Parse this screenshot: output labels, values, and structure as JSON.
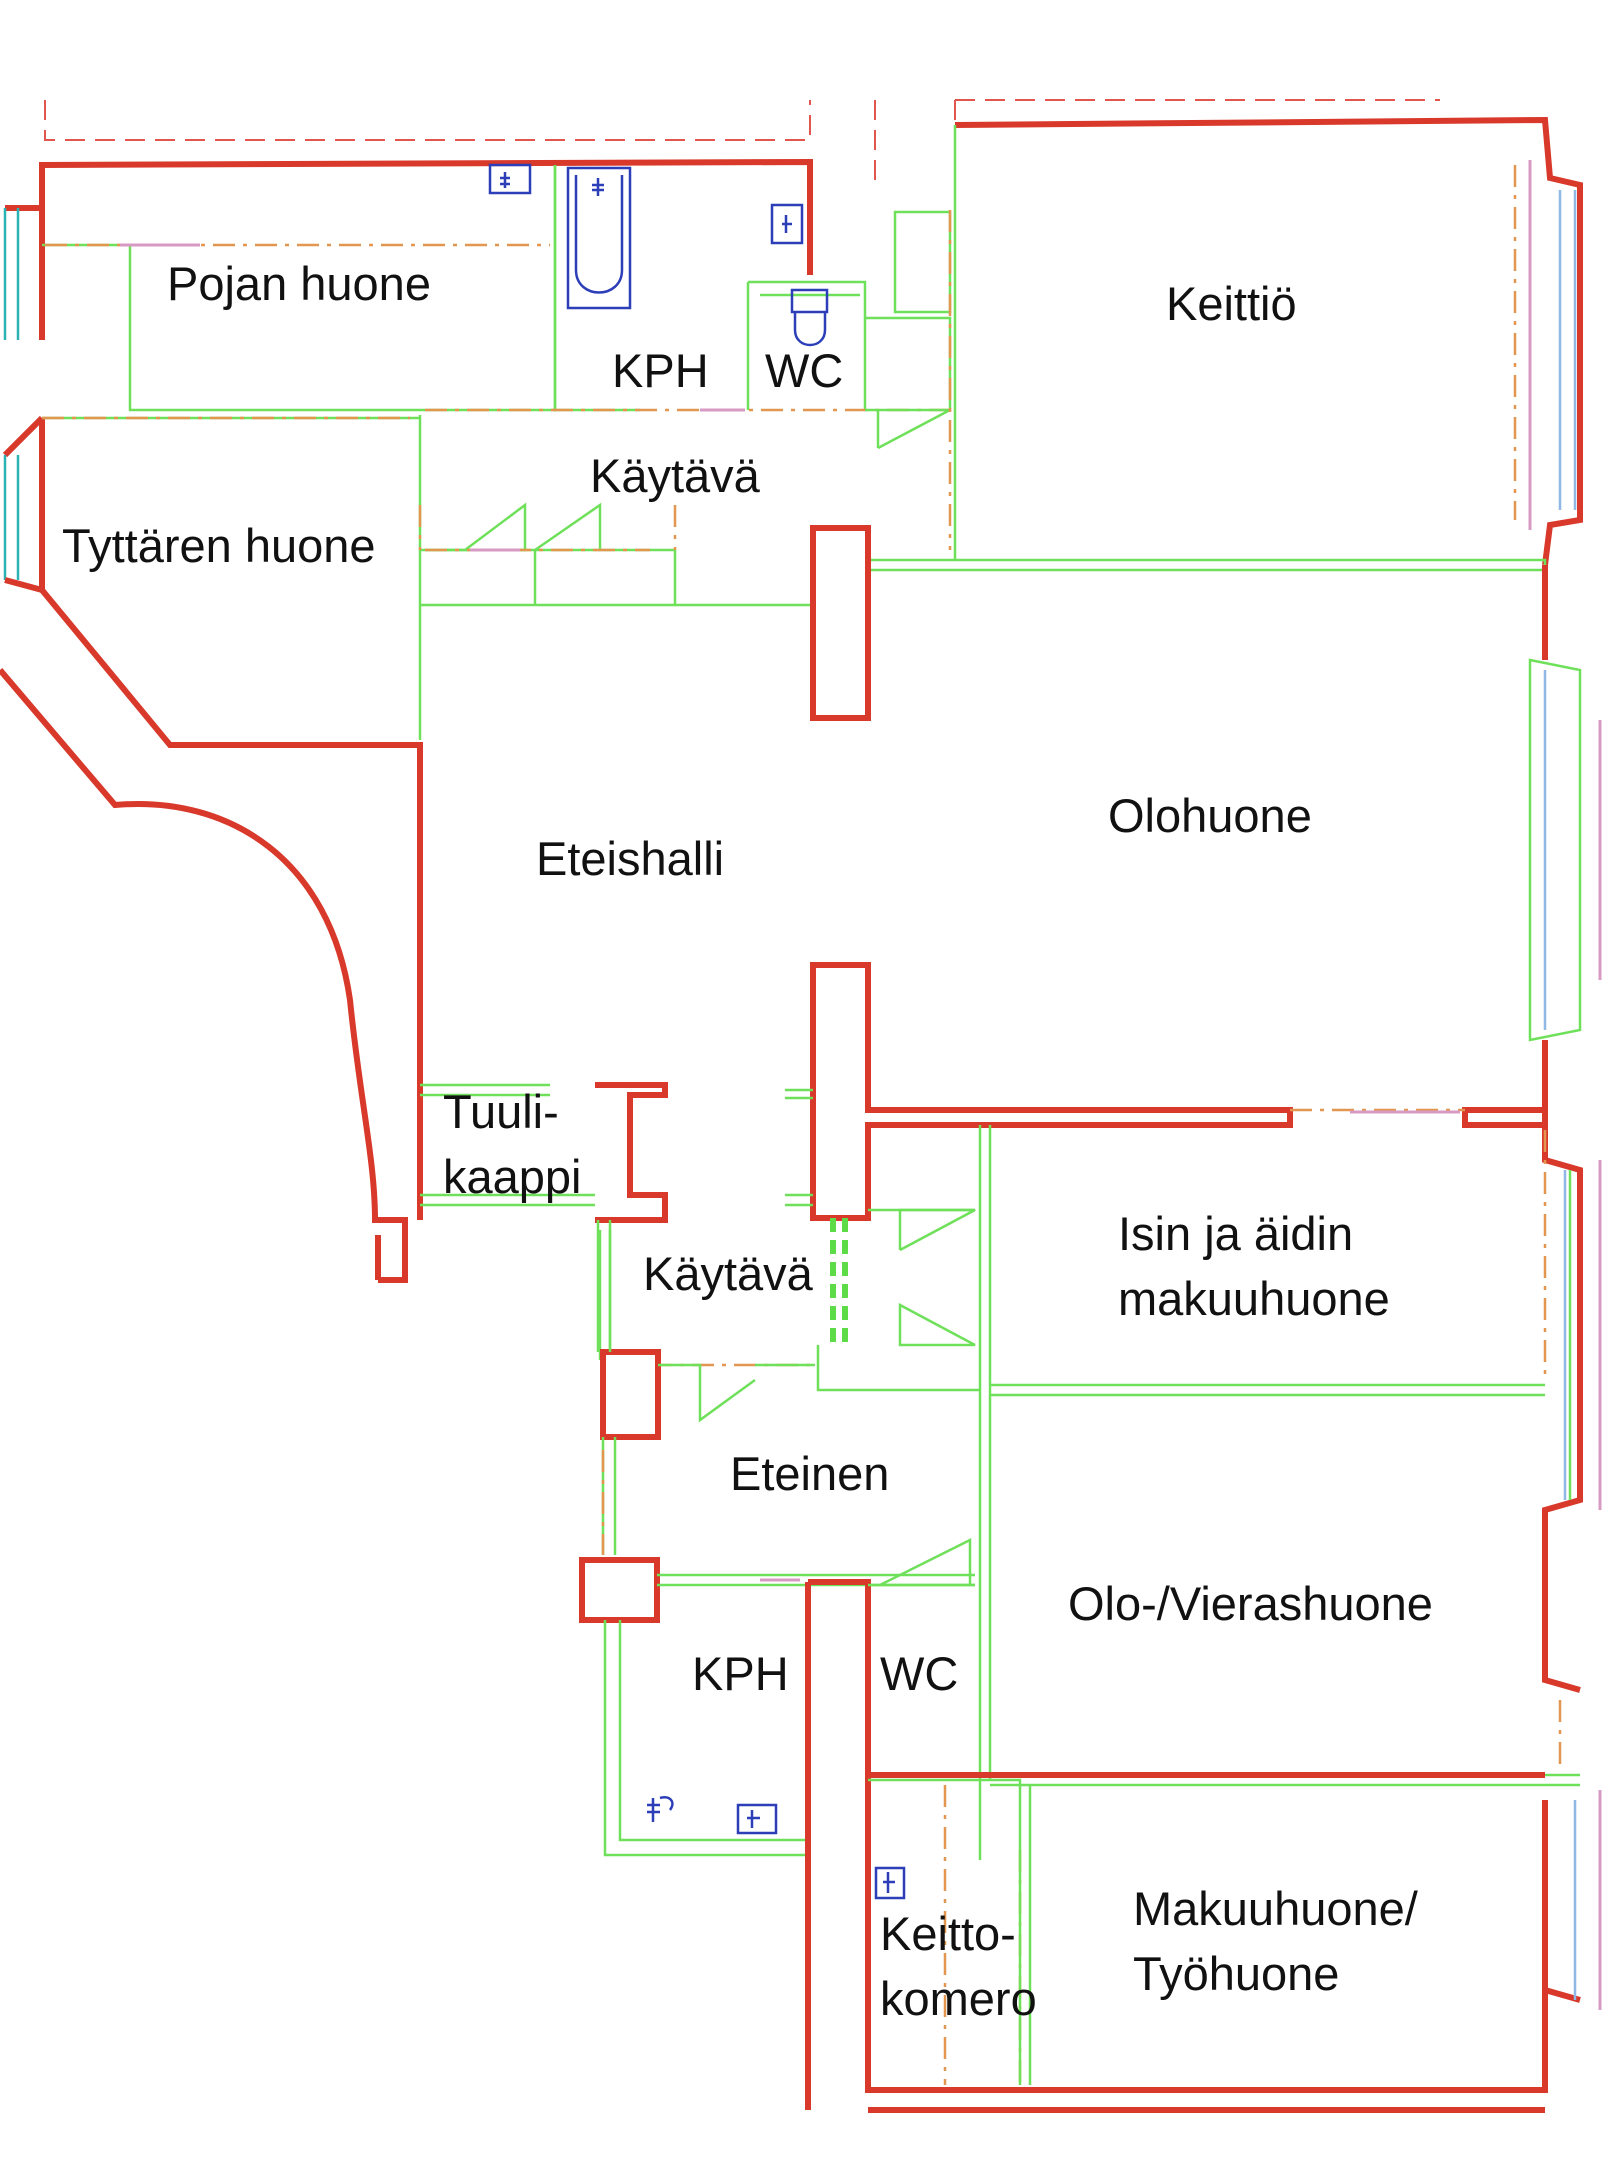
{
  "rooms": {
    "pojan_huone": "Pojan huone",
    "kph_top": "KPH",
    "wc_top": "WC",
    "keittio": "Keittiö",
    "kaytava_top": "Käytävä",
    "tyttaren_huone": "Tyttären huone",
    "eteishalli": "Eteishalli",
    "olohuone": "Olohuone",
    "tuulikaappi_1": "Tuuli-",
    "tuulikaappi_2": "kaappi",
    "kaytava_mid": "Käytävä",
    "isin_1": "Isin ja äidin",
    "isin_2": "makuuhuone",
    "eteinen": "Eteinen",
    "olo_vieras": "Olo-/Vierashuone",
    "kph_bottom": "KPH",
    "wc_bottom": "WC",
    "keitto_1": "Keitto-",
    "keitto_2": "komero",
    "makuu_1": "Makuuhuone/",
    "makuu_2": "Työhuone"
  },
  "colors": {
    "wall": "#d9392b",
    "partition": "#6fe05a",
    "fixture": "#2d3fb8",
    "dash_orange": "#e3964f",
    "dash_pink": "#d79ac2"
  }
}
